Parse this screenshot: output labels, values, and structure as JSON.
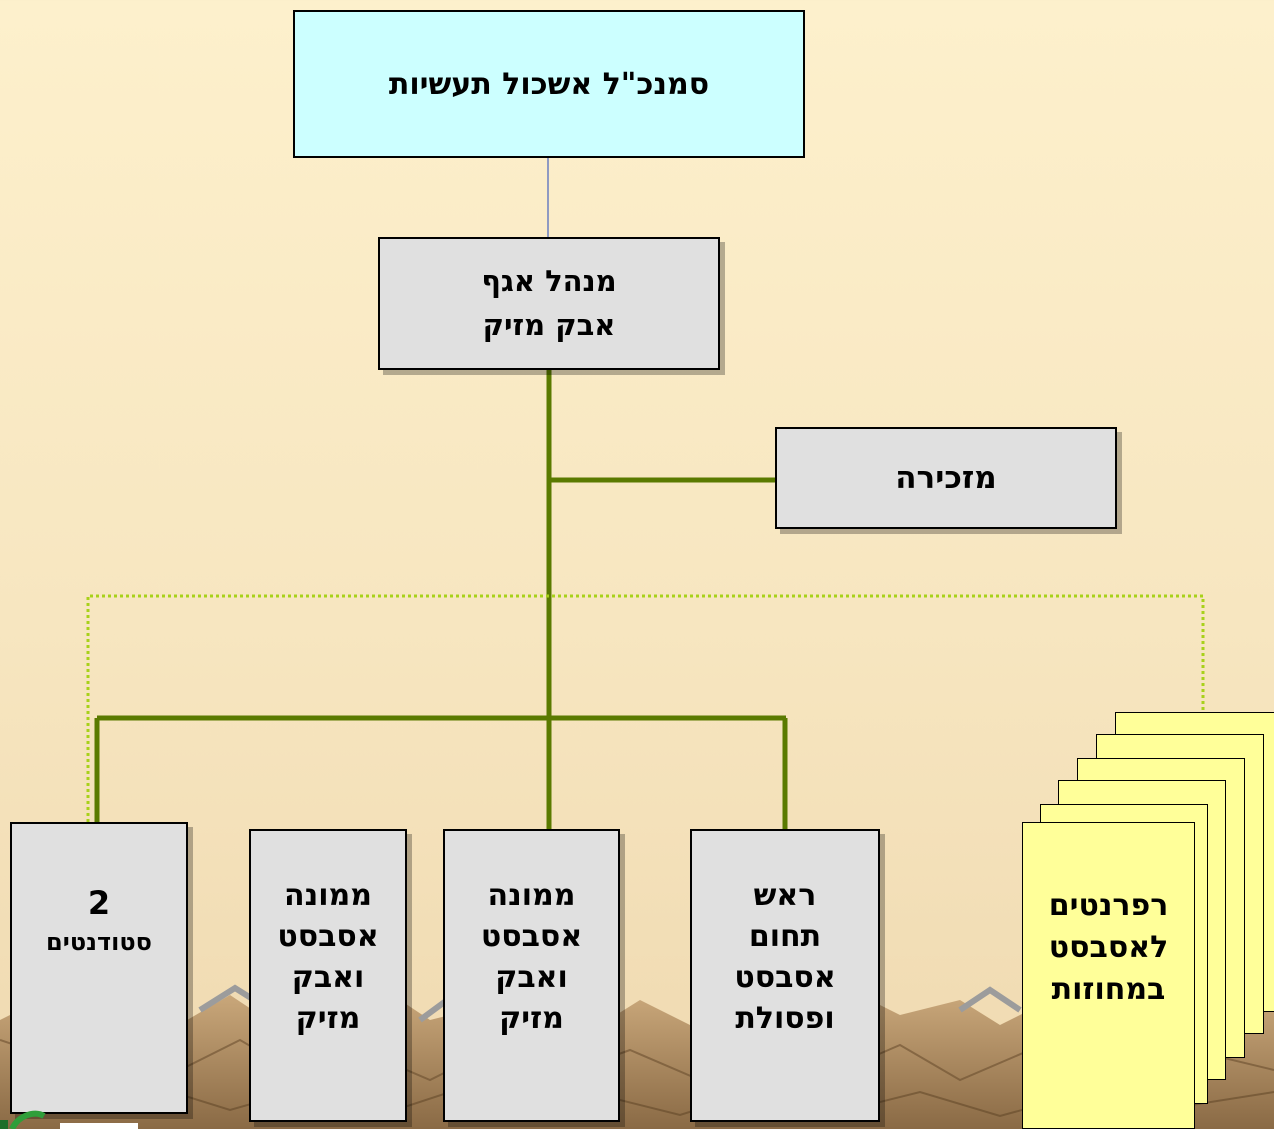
{
  "org_chart": {
    "top": {
      "label": "סמנכ\"ל אשכול תעשיות"
    },
    "division_head": {
      "label": "מנהל אגף\nאבק מזיק"
    },
    "secretary": {
      "label": "מזכירה"
    },
    "students": {
      "line1": "2",
      "line2": "סטודנטים"
    },
    "asbestos_officer_1": {
      "label": "ממונה\nאסבסט\nואבק\nמזיק"
    },
    "asbestos_officer_2": {
      "label": "ממונה\nאסבסט\nואבק\nמזיק"
    },
    "field_head": {
      "label": "ראש\nתחום\nאסבסט\nופסולת"
    },
    "district_referents": {
      "label": "רפרנטים\nלאסבסט\nבמחוזות"
    }
  },
  "colors": {
    "connector_solid": "#5a7a00",
    "connector_dotted": "#a8d11a",
    "top_fill": "#ccffff",
    "box_fill": "#e0e0e0",
    "referent_fill": "#ffff99"
  }
}
